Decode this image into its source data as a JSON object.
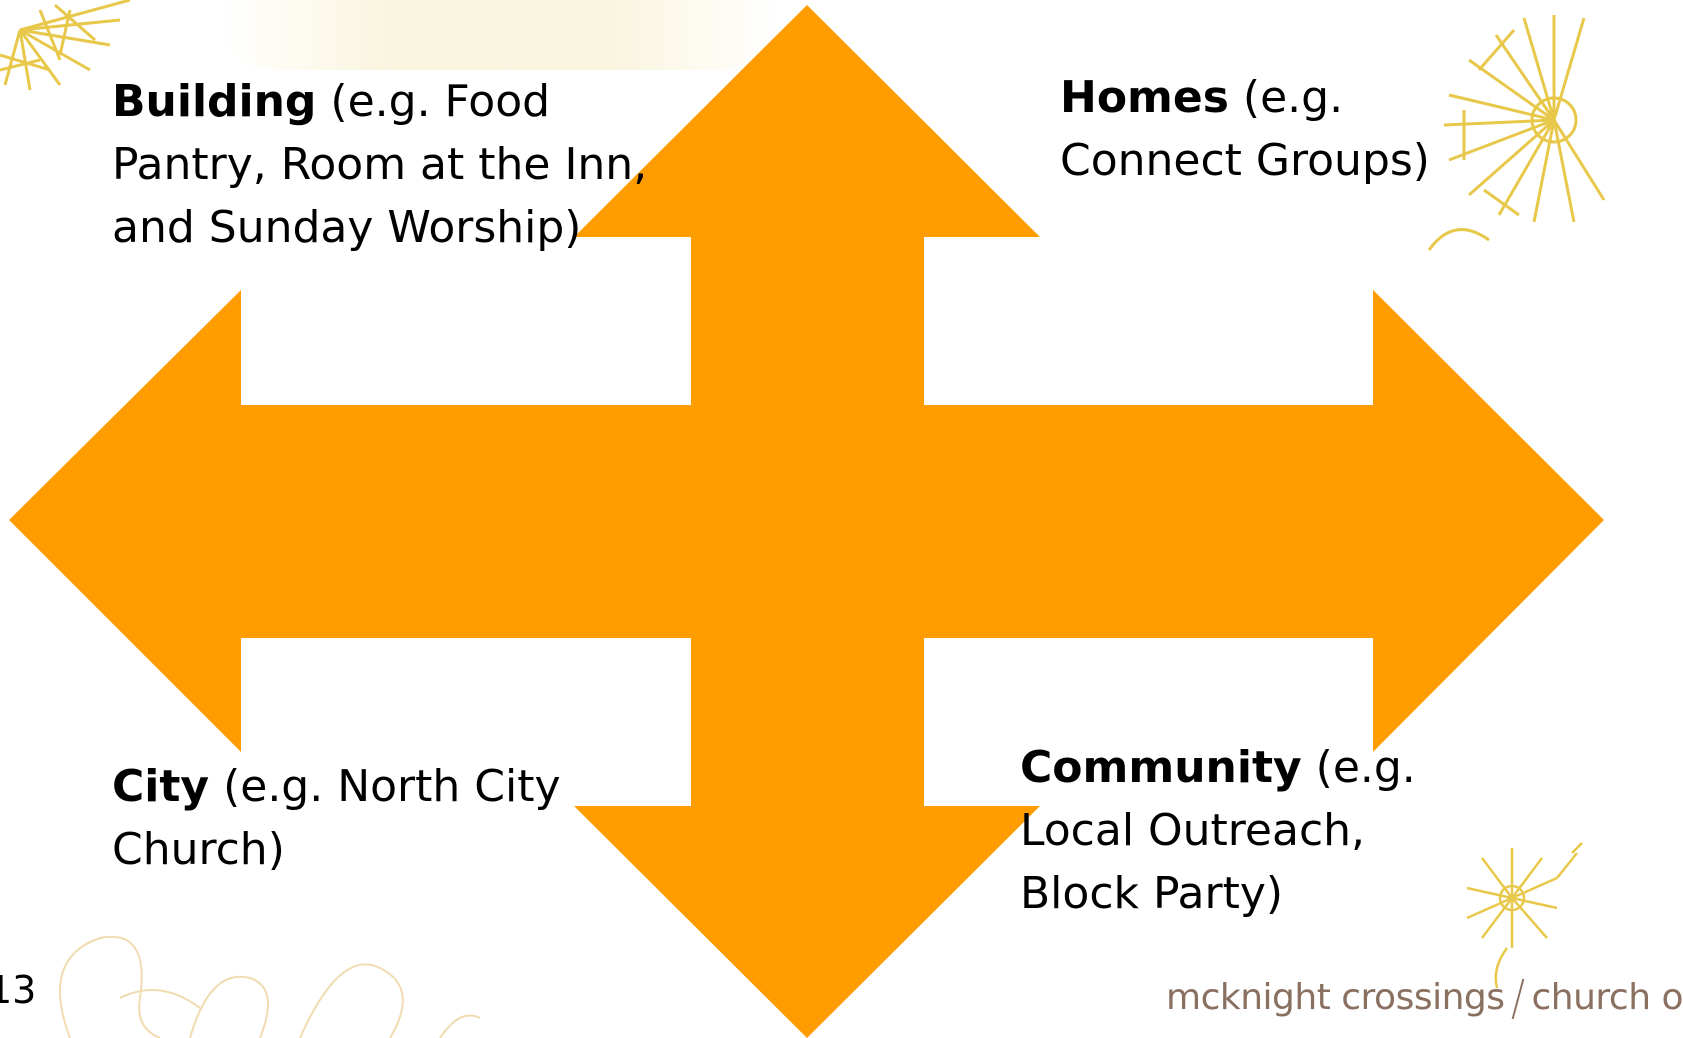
{
  "slide": {
    "number": "13",
    "footer": {
      "brand": "mcknight crossings",
      "suffix": "church o"
    }
  },
  "labels": {
    "building": {
      "bold": "Building",
      "rest": " (e.g. Food Pantry, Room at the Inn, and Sunday Worship)"
    },
    "homes": {
      "bold": "Homes",
      "rest": " (e.g. Connect Groups)"
    },
    "city": {
      "bold": "City",
      "rest": " (e.g. North City Church)"
    },
    "community": {
      "bold": "Community",
      "rest": " (e.g. Local Outreach, Block Party)"
    }
  },
  "colors": {
    "arrow": "#ff9c00",
    "decoration": "#e8c84a",
    "footer_text": "#8a7060"
  },
  "icons": [
    "sunflower-icon",
    "four-way-arrow-icon"
  ]
}
